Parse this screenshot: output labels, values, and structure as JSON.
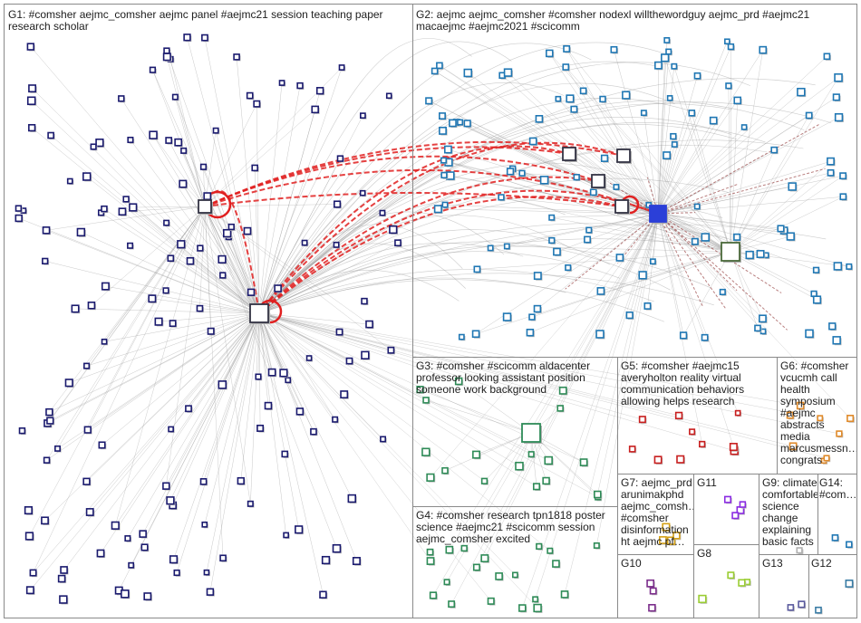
{
  "groups": [
    {
      "id": "G1",
      "label": "G1: #comsher aejmc_comsher aejmc panel #aejmc21 session teaching paper research scholar"
    },
    {
      "id": "G2",
      "label": "G2: aejmc aejmc_comsher #comsher nodexl willthewordguy aejmc_prd #aejmc21 macaejmc #aejmc2021 #scicomm"
    },
    {
      "id": "G3",
      "label": "G3: #comsher #scicomm aldacenter professor looking assistant position someone work background"
    },
    {
      "id": "G4",
      "label": "G4: #comsher research tpn1818 poster science #aejmc21 #scicomm session aejmc_comsher excited"
    },
    {
      "id": "G5",
      "label": "G5: #comsher #aejmc15 averyholton reality virtual communication behaviors allowing helps research"
    },
    {
      "id": "G6",
      "label": "G6: #comsher vcucmh call health symposium #aejmc abstracts media marcusmessn… congrats"
    },
    {
      "id": "G7",
      "label": "G7: aejmc_prd arunimakphd aejmc_comsh… #comsher disinformation ht aejmc pf…"
    },
    {
      "id": "G8",
      "label": "G8"
    },
    {
      "id": "G9",
      "label": "G9: climate comfortable science change explaining basic facts"
    },
    {
      "id": "G10",
      "label": "G10"
    },
    {
      "id": "G11",
      "label": "G11"
    },
    {
      "id": "G12",
      "label": "G12"
    },
    {
      "id": "G13",
      "label": "G13"
    },
    {
      "id": "G14",
      "label": "G14: #com…"
    }
  ],
  "colors": {
    "panel_border": "#8a8a8a",
    "edge_gray": "#9a9a9a",
    "edge_red": "#e02020",
    "edge_darkred": "#8b2a2a",
    "g1_node": "#1a1a6e",
    "g2_node": "#1f77b4",
    "g3_node": "#2e8b57",
    "g4_node": "#2e8b57",
    "g5_node": "#c81e1e",
    "g6_node": "#e08a2a",
    "g7_node": "#d4a017",
    "g8_node": "#9acd32",
    "g9_node": "#b0b0b0",
    "g10_node": "#7b2d8b",
    "g11_node": "#8a2be2",
    "g12_node": "#3a7ca5",
    "g13_node": "#5a5a9e"
  },
  "hubs": [
    {
      "name": "aejmc_comsher",
      "group": "G1"
    },
    {
      "name": "aejmc",
      "group": "G2"
    },
    {
      "name": "aldacenter",
      "group": "G3"
    },
    {
      "name": "macaejmc",
      "group": "G2"
    }
  ]
}
